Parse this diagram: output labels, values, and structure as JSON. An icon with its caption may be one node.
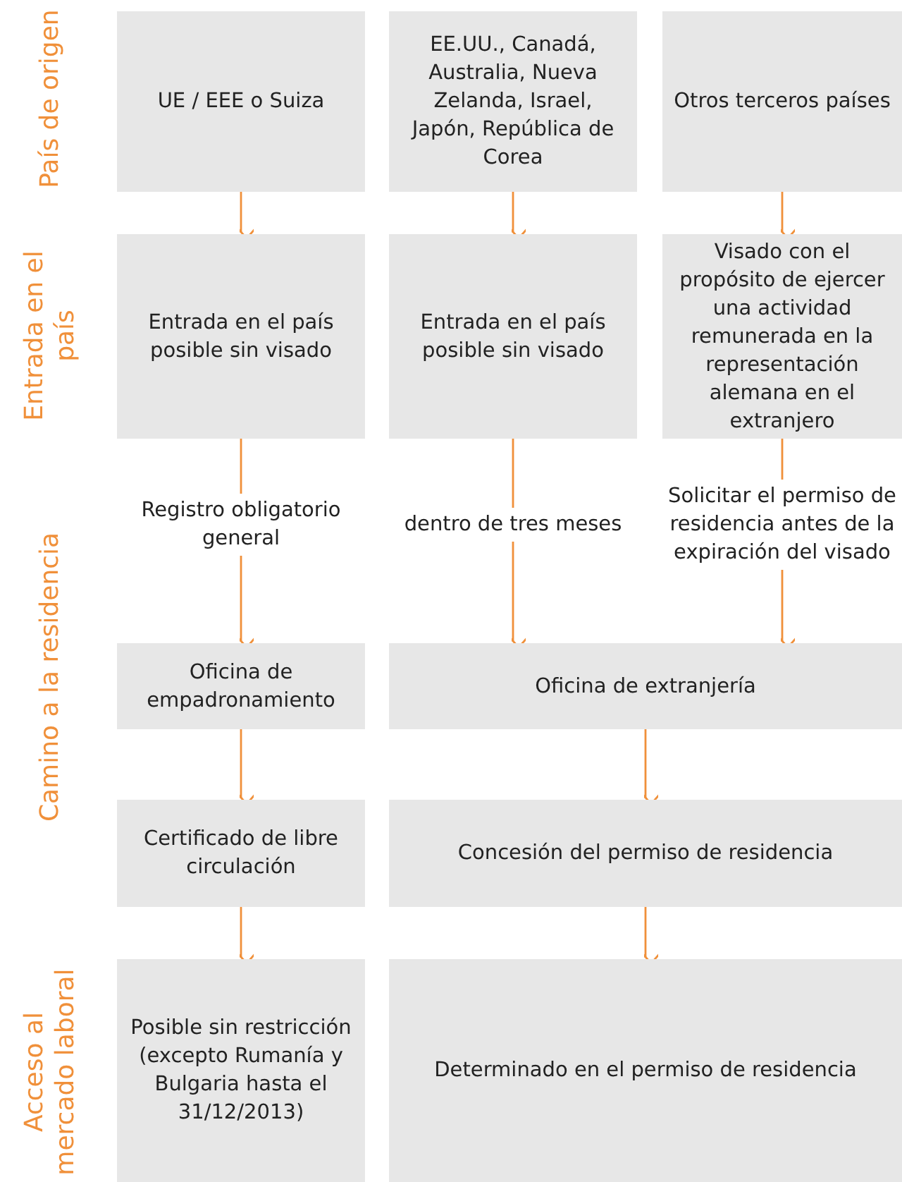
{
  "diagram": {
    "nodes": [
      {
        "text": [
          "UE / EEE o Suiza"
        ]
      },
      {
        "text": [
          "EE.UU., Canadá, Australia, Nueva Zelanda, Israel, Japón, República de Corea"
        ]
      },
      {
        "text": [
          "Otros terceros países"
        ]
      },
      {
        "text": [
          "Entrada en el país posible sin visado"
        ]
      },
      {
        "text": [
          "Entrada en el país posible sin visado"
        ]
      },
      {
        "text": [
          "Visado con el propósito de ejercer una actividad remunerada en la representación alemana en el extranjero"
        ]
      },
      {
        "text": [
          "Oficina de empadronamiento"
        ]
      },
      {
        "text": [
          "Oficina de extranjería"
        ]
      },
      {
        "text": [
          "Certificado de libre circulación"
        ]
      },
      {
        "text": [
          "Concesión del permiso de residencia"
        ]
      },
      {
        "text": [
          "Posible sin restricción (excepto Rumanía y Bulgaria hasta el 31/12/2013)"
        ]
      },
      {
        "text": [
          "Determinado en el permiso de residencia"
        ]
      }
    ],
    "edges": [
      {
        "from": 0,
        "to": 3,
        "arrow": "to"
      },
      {
        "from": 1,
        "to": 4,
        "arrow": "to"
      },
      {
        "from": 2,
        "to": 5,
        "arrow": "to"
      },
      {
        "from": 3,
        "to": 6,
        "arrow": "to",
        "label": "Registro obligatorio general"
      },
      {
        "from": 4,
        "to": 7,
        "arrow": "to",
        "label": "dentro de tres meses"
      },
      {
        "from": 5,
        "to": 7,
        "arrow": "to",
        "label": "Solicitar el permiso de residencia antes de la expiración del visado"
      },
      {
        "from": 6,
        "to": 8,
        "arrow": "to"
      },
      {
        "from": 7,
        "to": 9,
        "arrow": "to"
      },
      {
        "from": 8,
        "to": 10,
        "arrow": "to"
      },
      {
        "from": 9,
        "to": 11,
        "arrow": "to"
      }
    ],
    "labels": [
      "País de origen",
      "Entrada en el país",
      "Camino a la residencia",
      "Acceso al mercado laboral"
    ]
  }
}
